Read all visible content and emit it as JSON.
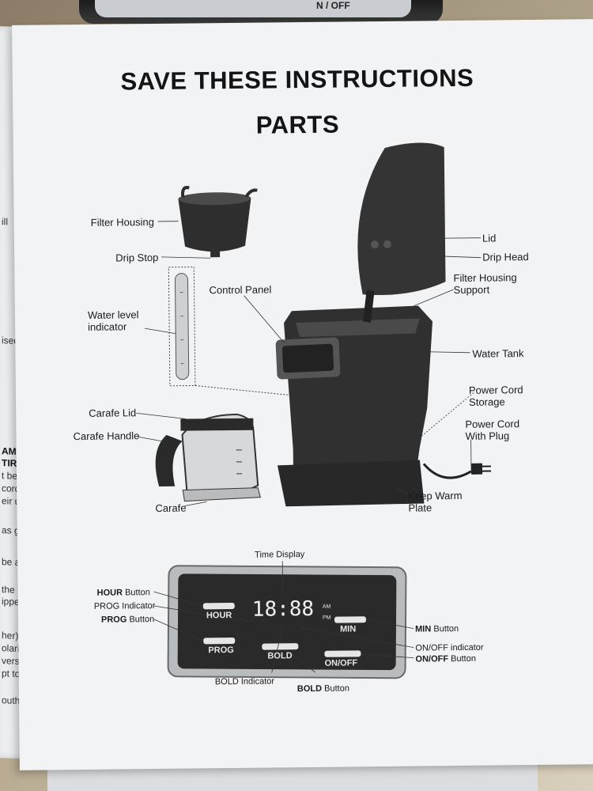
{
  "page": {
    "heading_1": "SAVE THESE INSTRUCTIONS",
    "heading_2": "PARTS"
  },
  "appliance": {
    "text": "N / OFF"
  },
  "left_page": {
    "fragments": [
      "ill",
      "ised",
      "AMAGE",
      "TIRELY.",
      "t being",
      "cord.",
      "eir use.",
      "as great",
      "be a",
      "the",
      "ipped over.",
      "her). To",
      "olarized",
      "verse the plug.",
      "pt to modify",
      "ouths."
    ]
  },
  "parts": {
    "filter_housing": "Filter Housing",
    "drip_stop": "Drip Stop",
    "water_level_1": "Water level",
    "water_level_2": "indicator",
    "control_panel": "Control Panel",
    "lid": "Lid",
    "drip_head": "Drip Head",
    "filter_support_1": "Filter Housing",
    "filter_support_2": "Support",
    "water_tank": "Water Tank",
    "cord_storage_1": "Power Cord",
    "cord_storage_2": "Storage",
    "cord_plug_1": "Power Cord",
    "cord_plug_2": "With Plug",
    "carafe_lid": "Carafe Lid",
    "carafe_handle": "Carafe Handle",
    "carafe": "Carafe",
    "keep_warm_1": "Keep Warm",
    "keep_warm_2": "Plate"
  },
  "panel": {
    "time_display": "Time Display",
    "hour_button_bold": "HOUR",
    "hour_button_rest": " Button",
    "prog_indicator": "PROG Indicator",
    "prog_button_bold": "PROG",
    "prog_button_rest": " Button",
    "min_button_bold": "MIN",
    "min_button_rest": " Button",
    "onoff_indicator": "ON/OFF indicator",
    "onoff_button_bold": "ON/OFF",
    "onoff_button_rest": " Button",
    "bold_indicator": "BOLD Indicator",
    "bold_button_bold": "BOLD",
    "bold_button_rest": " Button",
    "btn_hour": "HOUR",
    "btn_prog": "PROG",
    "btn_bold": "BOLD",
    "btn_min": "MIN",
    "btn_onoff": "ON/OFF",
    "clock": "18:88",
    "am": "AM",
    "pm": "PM"
  }
}
